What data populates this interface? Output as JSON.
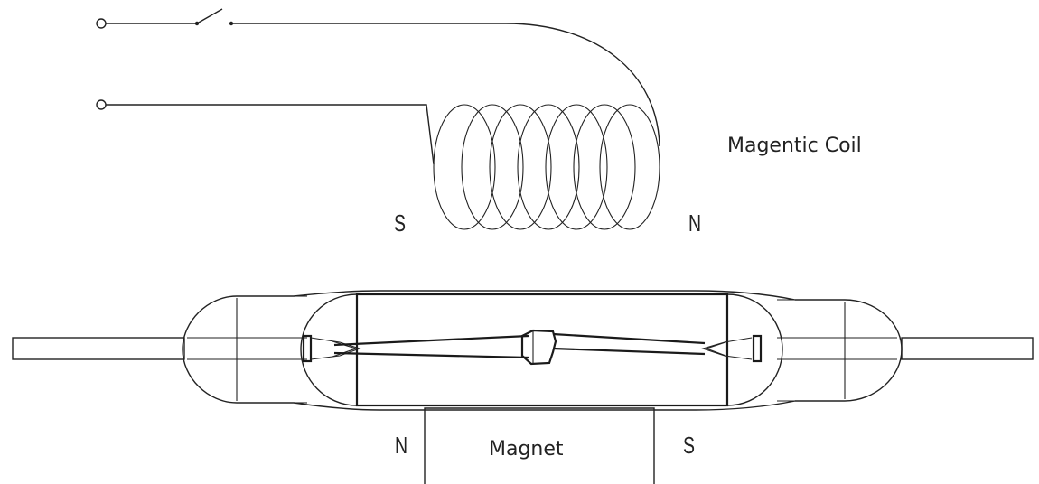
{
  "labels": {
    "coil": "Magentic Coil",
    "coil_left_pole": "S",
    "coil_right_pole": "N",
    "magnet": "Magnet",
    "magnet_left_pole": "N",
    "magnet_right_pole": "S"
  }
}
